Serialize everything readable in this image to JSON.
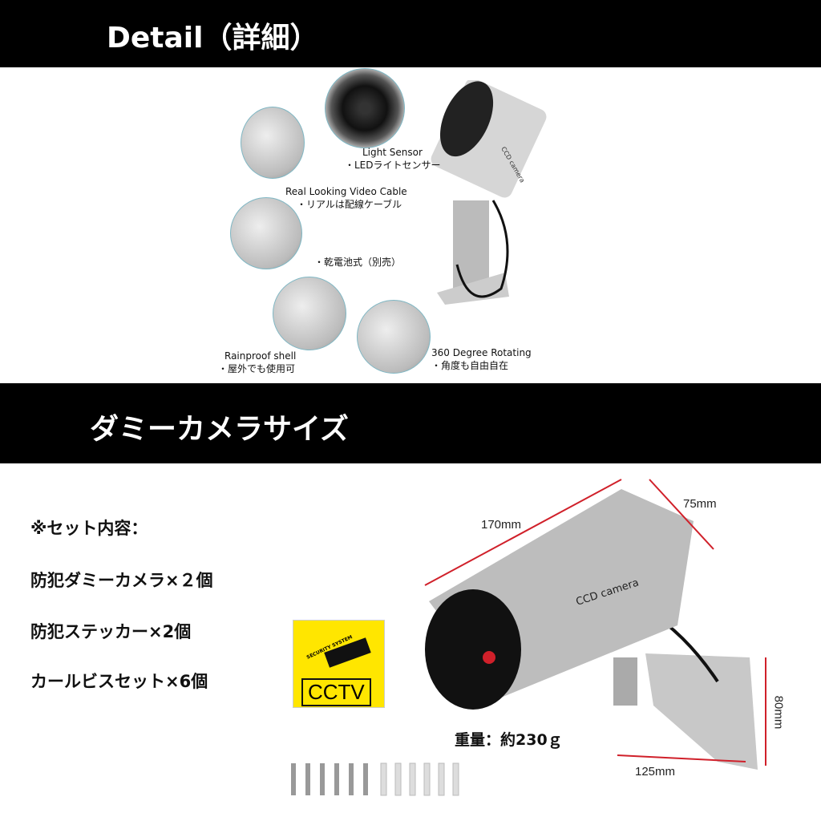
{
  "section1": {
    "title": "Detail（詳細）"
  },
  "features": [
    {
      "en": "Light Sensor",
      "ja": "・LEDライトセンサー"
    },
    {
      "en": "Real Looking Video Cable",
      "ja": "・リアルは配線ケーブル"
    },
    {
      "en": "",
      "ja": "・乾電池式（別売）"
    },
    {
      "en": "Rainproof shell",
      "ja": "・屋外でも使用可"
    },
    {
      "en": "360 Degree Rotating",
      "ja": "・角度も自由自在"
    }
  ],
  "camera_label": "CCD camera",
  "section2": {
    "title": "ダミーカメラサイズ"
  },
  "set": {
    "heading": "※セット内容：",
    "items": [
      "防犯ダミーカメラ×２個",
      "防犯ステッカー×2個",
      "カールビスセット×6個"
    ]
  },
  "sticker": {
    "small": "SECURITY SYSTEM",
    "text": "CCTV",
    "color": "#ffe600"
  },
  "weight": "重量：約230ｇ",
  "dimensions": {
    "length": "170mm",
    "width": "75mm",
    "height": "80mm",
    "depth": "125mm"
  },
  "accent": "#d0202a"
}
